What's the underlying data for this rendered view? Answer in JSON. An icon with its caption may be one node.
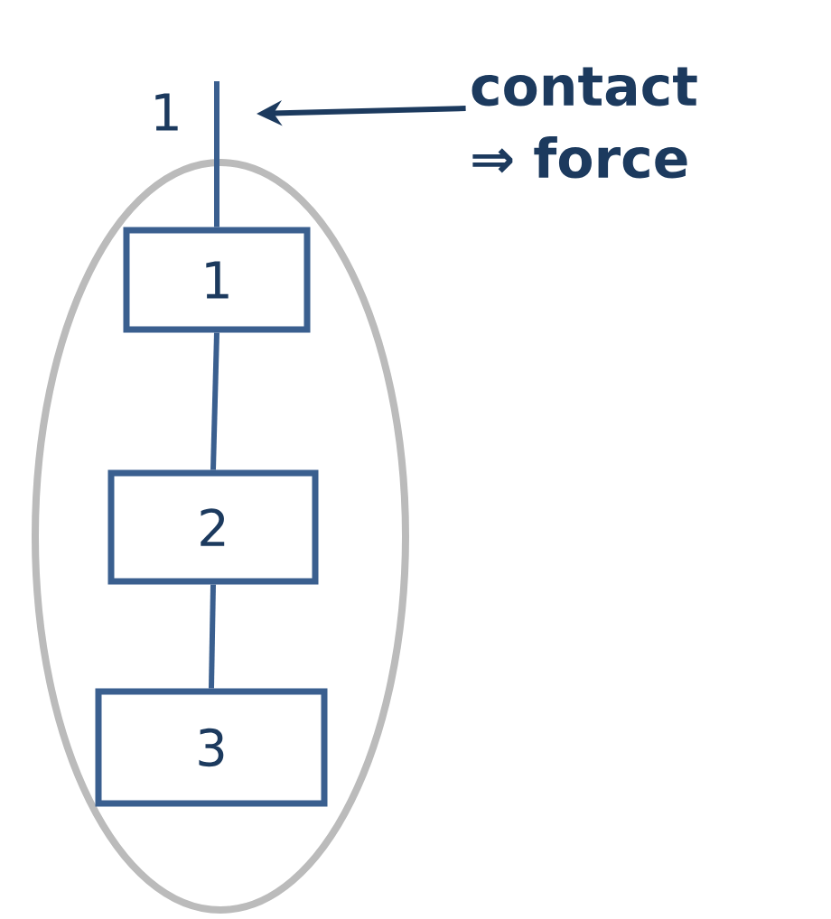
{
  "diagram": {
    "nodes": [
      {
        "text": [],
        "shape": "ellipse"
      },
      {
        "text": [
          "1"
        ],
        "in": 0
      },
      {
        "text": [
          "2"
        ],
        "in": 0
      },
      {
        "text": [
          "3"
        ],
        "in": 0
      },
      {
        "text": [
          "contact ⇒ force"
        ]
      }
    ],
    "edges": [
      {
        "from": null,
        "to": 1,
        "arrow": "none"
      },
      {
        "from": 1,
        "to": 2,
        "arrow": "none"
      },
      {
        "from": 2,
        "to": 3,
        "arrow": "none"
      },
      {
        "from": 4,
        "to": null,
        "arrow": "to"
      }
    ],
    "labels": [
      "1"
    ]
  }
}
